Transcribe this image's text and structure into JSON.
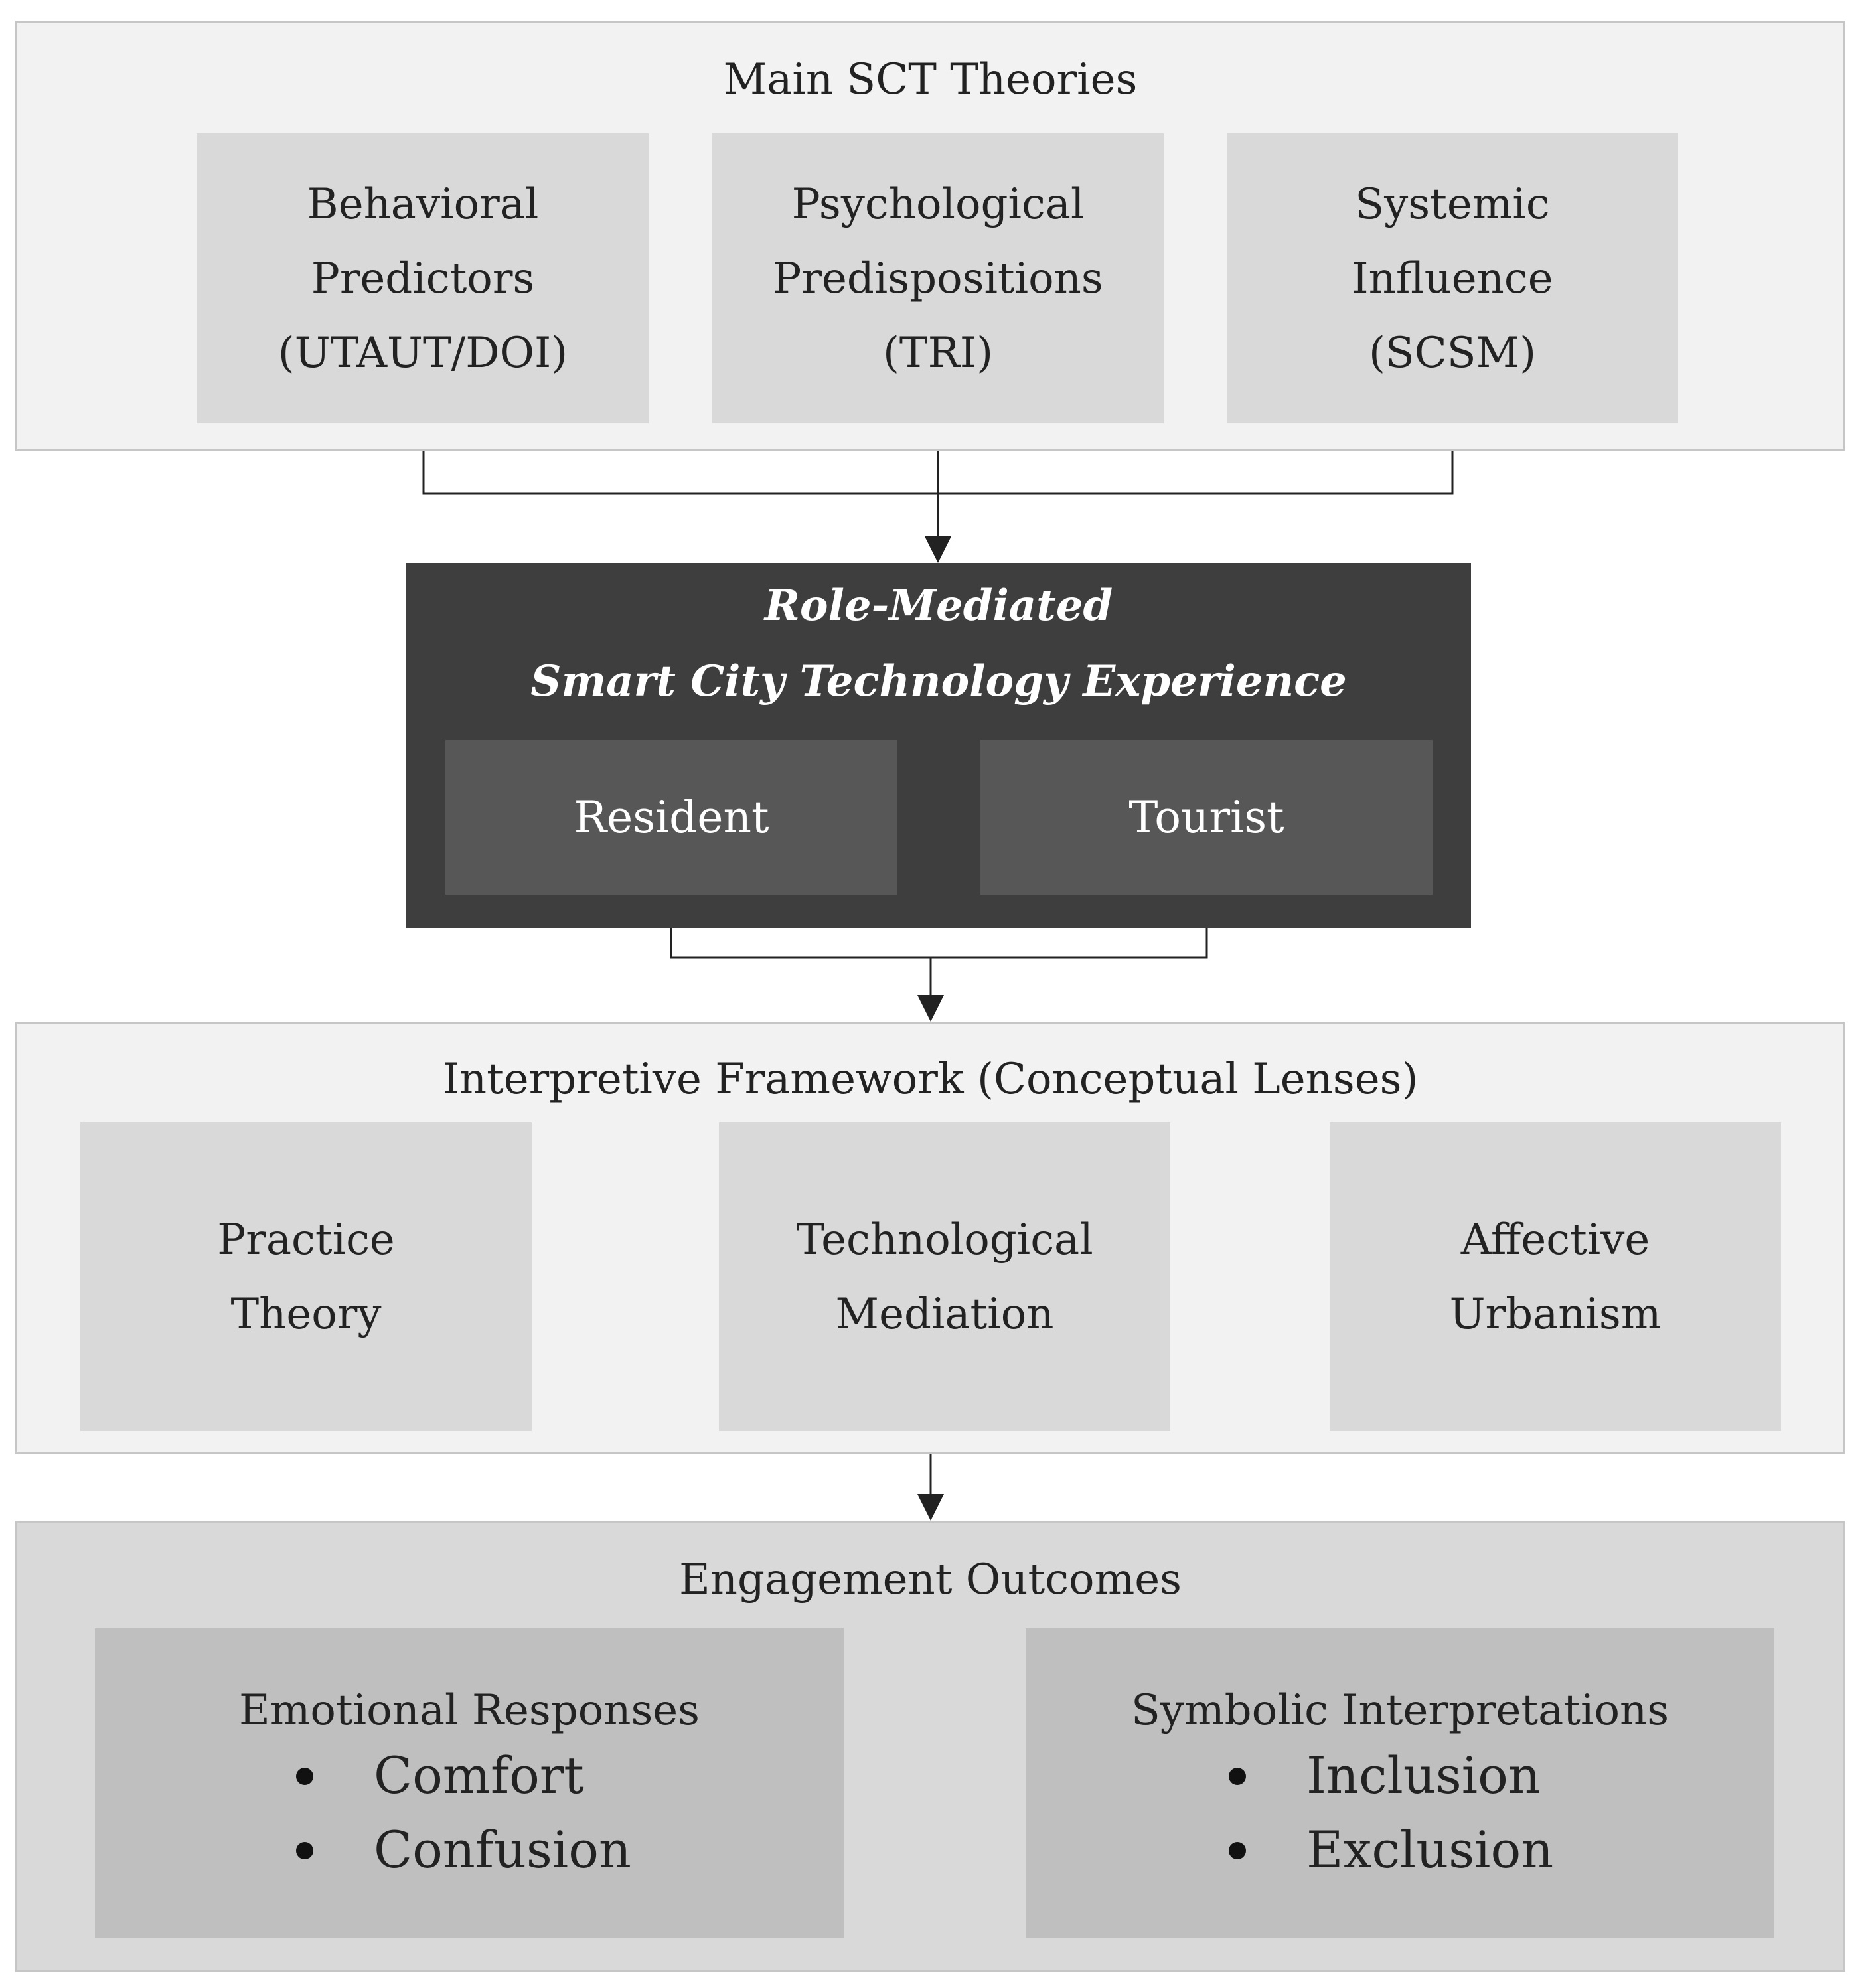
{
  "theories": {
    "title": "Main SCT Theories",
    "items": [
      {
        "lines": [
          "Behavioral",
          "Predictors",
          "(UTAUT/DOI)"
        ]
      },
      {
        "lines": [
          "Psychological",
          "Predispositions",
          "(TRI)"
        ]
      },
      {
        "lines": [
          "Systemic",
          "Influence",
          "(SCSM)"
        ]
      }
    ]
  },
  "role": {
    "title_line1": "Role-Mediated",
    "title_line2": "Smart City Technology Experience",
    "resident": "Resident",
    "tourist": "Tourist"
  },
  "framework": {
    "title": "Interpretive Framework (Conceptual Lenses)",
    "items": [
      {
        "lines": [
          "Practice",
          "Theory"
        ]
      },
      {
        "lines": [
          "Technological",
          "Mediation"
        ]
      },
      {
        "lines": [
          "Affective",
          "Urbanism"
        ]
      }
    ]
  },
  "outcomes": {
    "title": "Engagement Outcomes",
    "emotional": {
      "title": "Emotional Responses",
      "items": [
        "Comfort",
        "Confusion"
      ]
    },
    "symbolic": {
      "title": "Symbolic Interpretations",
      "items": [
        "Inclusion",
        "Exclusion"
      ]
    }
  },
  "colors": {
    "panel_light": "#f2f2f2",
    "box_gray": "#d9d9d9",
    "box_dark_gray": "#bfbfbf",
    "role_panel": "#3e3e3e",
    "role_box": "#575757"
  }
}
